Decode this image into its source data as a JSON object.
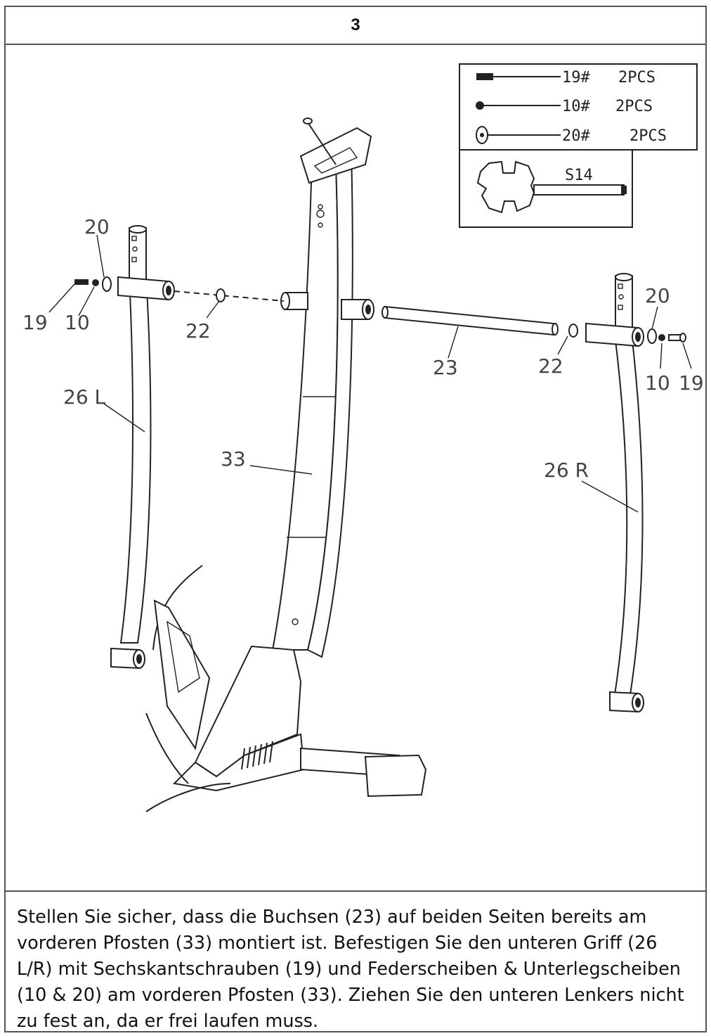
{
  "step": {
    "number": "3"
  },
  "hardware": {
    "items": [
      {
        "part": "19#",
        "qty": "2PCS",
        "icon": "bolt-icon"
      },
      {
        "part": "10#",
        "qty": "2PCS",
        "icon": "spring-washer-icon"
      },
      {
        "part": "20#",
        "qty": "2PCS",
        "icon": "flat-washer-icon"
      }
    ],
    "tool": {
      "label": "S14",
      "icon": "wrench-icon"
    }
  },
  "callouts": {
    "c20_left": "20",
    "c19_left": "19",
    "c10_left": "10",
    "c22_left": "22",
    "c26L": "26 L",
    "c33": "33",
    "c23": "23",
    "c22_right": "22",
    "c20_right": "20",
    "c10_right": "10",
    "c19_right": "19",
    "c26R": "26 R"
  },
  "instructions": {
    "text": "Stellen Sie sicher, dass die Buchsen (23) auf beiden Seiten bereits am vorderen Pfosten (33) montiert ist. Befestigen Sie den unteren Griff (26 L/R) mit Sechskantschrauben (19) und Federscheiben & Unterlegscheiben (10 & 20) am vorderen Pfosten (33). Ziehen Sie den unteren Lenkers nicht zu fest an, da er frei laufen muss."
  }
}
